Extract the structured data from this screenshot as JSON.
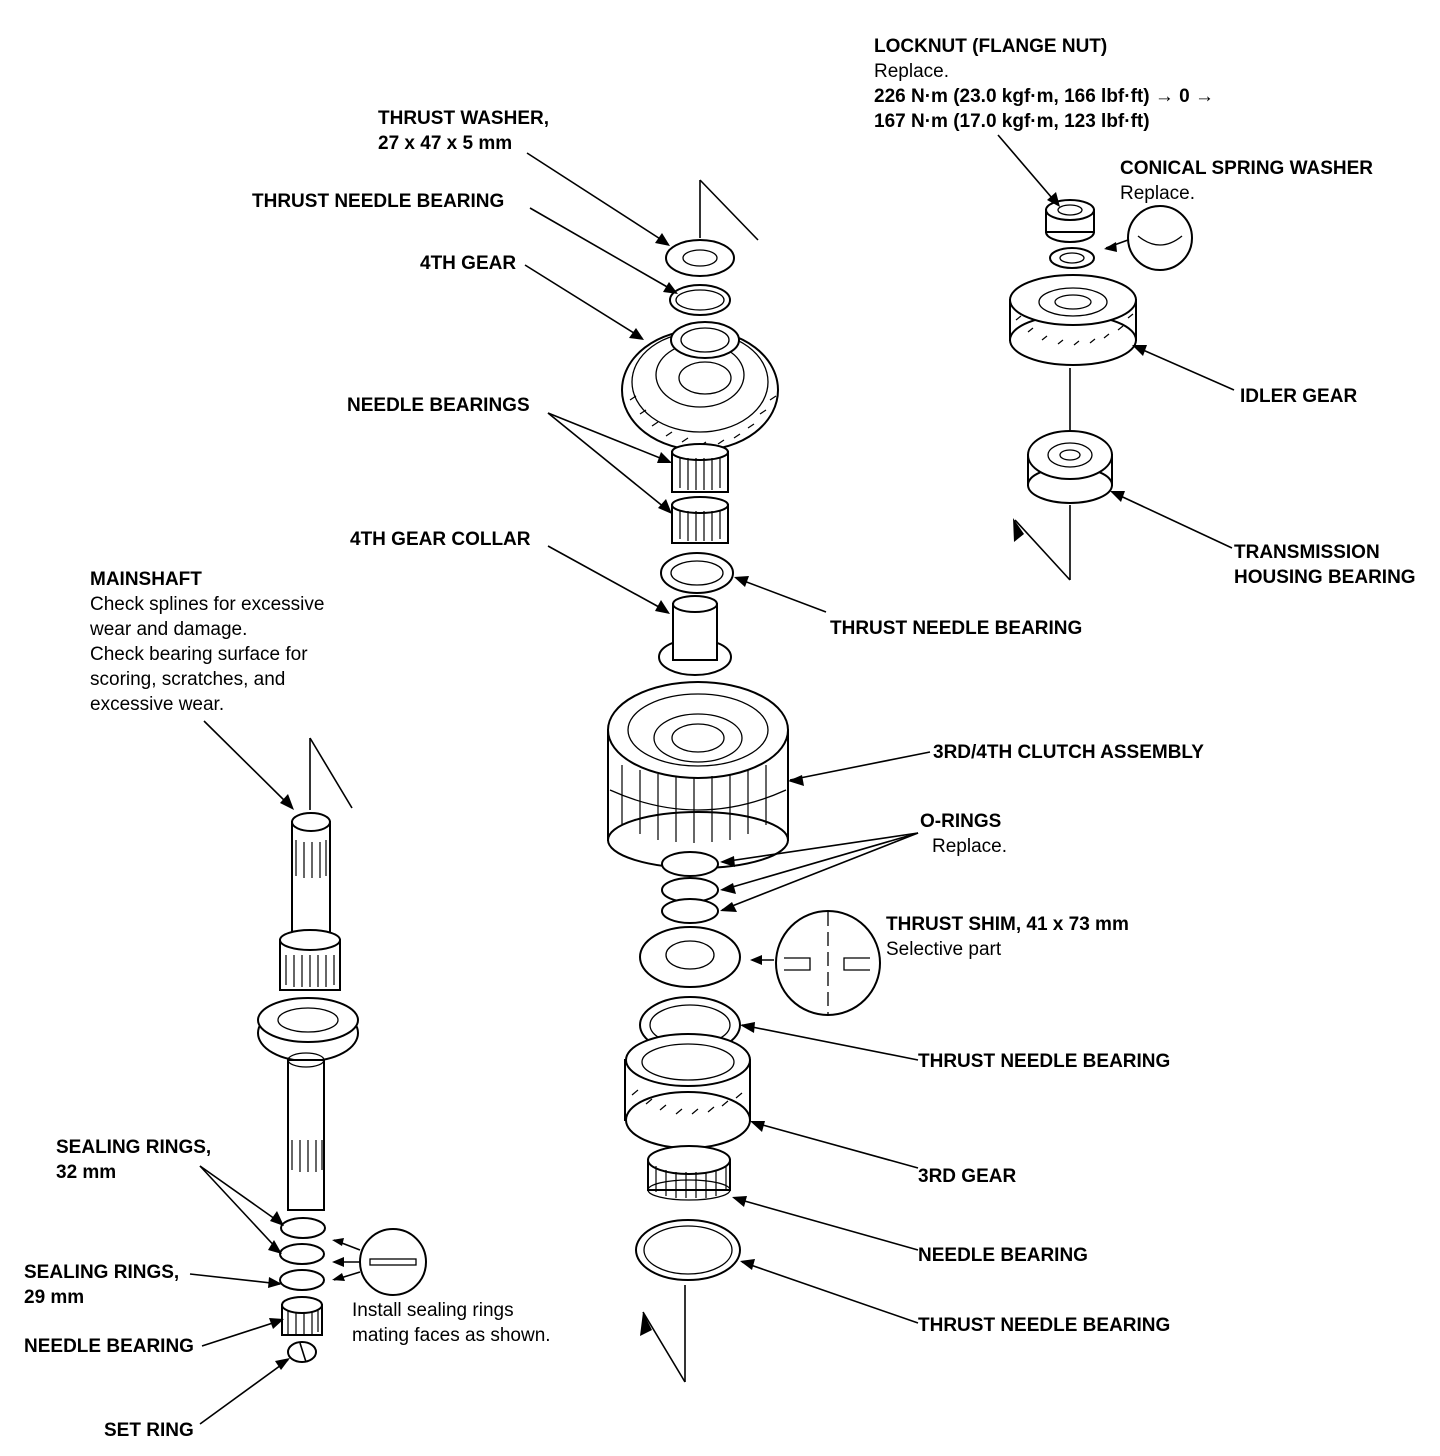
{
  "labels": {
    "locknut": {
      "title": "LOCKNUT (FLANGE NUT)",
      "lines": [
        "Replace.",
        "226 N·m (23.0 kgf·m, 166 lbf·ft) → 0 →",
        "167 N·m (17.0 kgf·m, 123 lbf·ft)"
      ]
    },
    "conical_spring_washer": {
      "title": "CONICAL SPRING WASHER",
      "lines": [
        "Replace."
      ]
    },
    "idler_gear": {
      "title": "IDLER GEAR"
    },
    "transmission_housing_bearing": {
      "lines": [
        "TRANSMISSION",
        "HOUSING BEARING"
      ]
    },
    "thrust_washer": {
      "lines": [
        "THRUST WASHER,",
        "27 x 47 x 5 mm"
      ]
    },
    "thrust_needle_bearing_top": {
      "title": "THRUST NEEDLE BEARING"
    },
    "fourth_gear": {
      "title": "4TH GEAR"
    },
    "needle_bearings": {
      "title": "NEEDLE BEARINGS"
    },
    "fourth_gear_collar": {
      "title": "4TH GEAR COLLAR"
    },
    "thrust_needle_bearing_2": {
      "title": "THRUST NEEDLE BEARING"
    },
    "mainshaft": {
      "title": "MAINSHAFT",
      "lines": [
        "Check splines for excessive",
        "wear and damage.",
        "Check bearing surface for",
        "scoring, scratches, and",
        "excessive wear."
      ]
    },
    "clutch_assembly": {
      "title": "3RD/4TH CLUTCH ASSEMBLY"
    },
    "o_rings": {
      "title": "O-RINGS",
      "lines": [
        "Replace."
      ]
    },
    "thrust_shim": {
      "title": "THRUST SHIM, 41 x 73 mm",
      "lines": [
        "Selective part"
      ]
    },
    "thrust_needle_bearing_3": {
      "title": "THRUST NEEDLE BEARING"
    },
    "third_gear": {
      "title": "3RD GEAR"
    },
    "needle_bearing_right": {
      "title": "NEEDLE BEARING"
    },
    "thrust_needle_bearing_4": {
      "title": "THRUST NEEDLE BEARING"
    },
    "sealing_rings_32": {
      "lines": [
        "SEALING RINGS,",
        "32 mm"
      ]
    },
    "sealing_rings_29": {
      "lines": [
        "SEALING RINGS,",
        "29 mm"
      ]
    },
    "needle_bearing_left": {
      "title": "NEEDLE BEARING"
    },
    "set_ring": {
      "title": "SET RING"
    },
    "install_note": {
      "lines": [
        "Install sealing rings",
        "mating faces as shown."
      ]
    }
  }
}
